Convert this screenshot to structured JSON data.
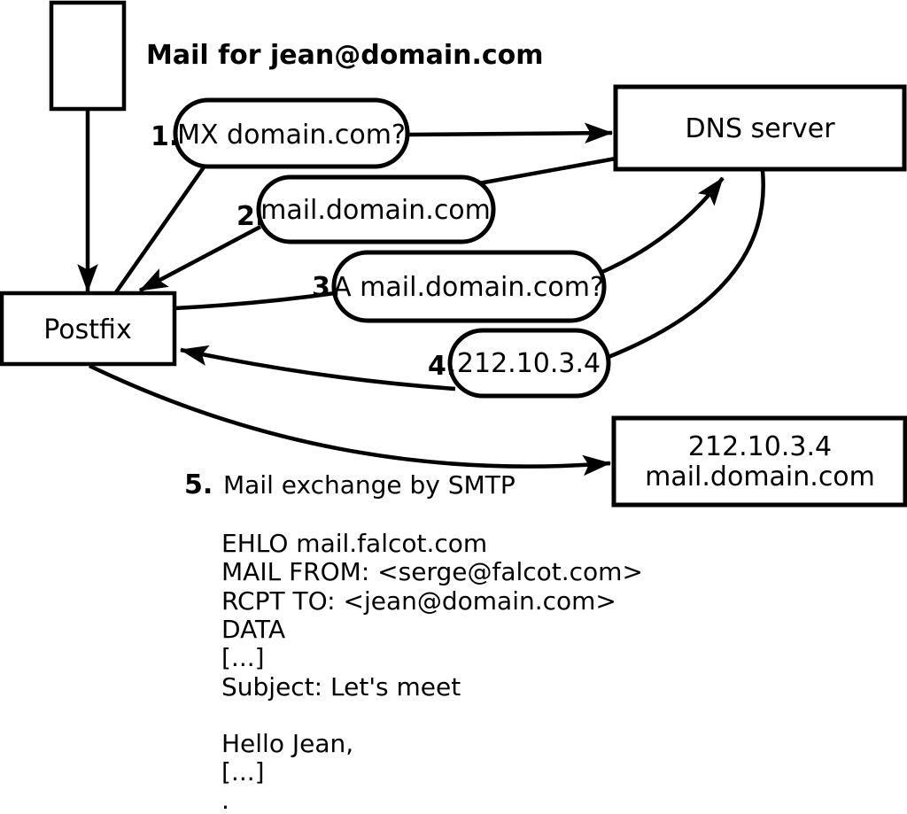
{
  "title": "Mail for jean@domain.com",
  "nodes": {
    "postfix": "Postfix",
    "dns_server": "DNS server",
    "mail_server": {
      "line1": "212.10.3.4",
      "line2": "mail.domain.com"
    }
  },
  "steps": [
    {
      "num": "1.",
      "label": "MX domain.com?"
    },
    {
      "num": "2.",
      "label": "mail.domain.com"
    },
    {
      "num": "3.",
      "label": "A mail.domain.com?"
    },
    {
      "num": "4.",
      "label": "212.10.3.4"
    },
    {
      "num": "5.",
      "label": "Mail exchange by SMTP"
    }
  ],
  "smtp_session": [
    "EHLO mail.falcot.com",
    "MAIL FROM: <serge@falcot.com>",
    "RCPT TO: <jean@domain.com>",
    "DATA",
    "[...]",
    "Subject: Let's meet",
    "",
    "Hello Jean,",
    "[...]",
    "."
  ],
  "colors": {
    "ink": "#000000",
    "paper": "#ffffff"
  }
}
